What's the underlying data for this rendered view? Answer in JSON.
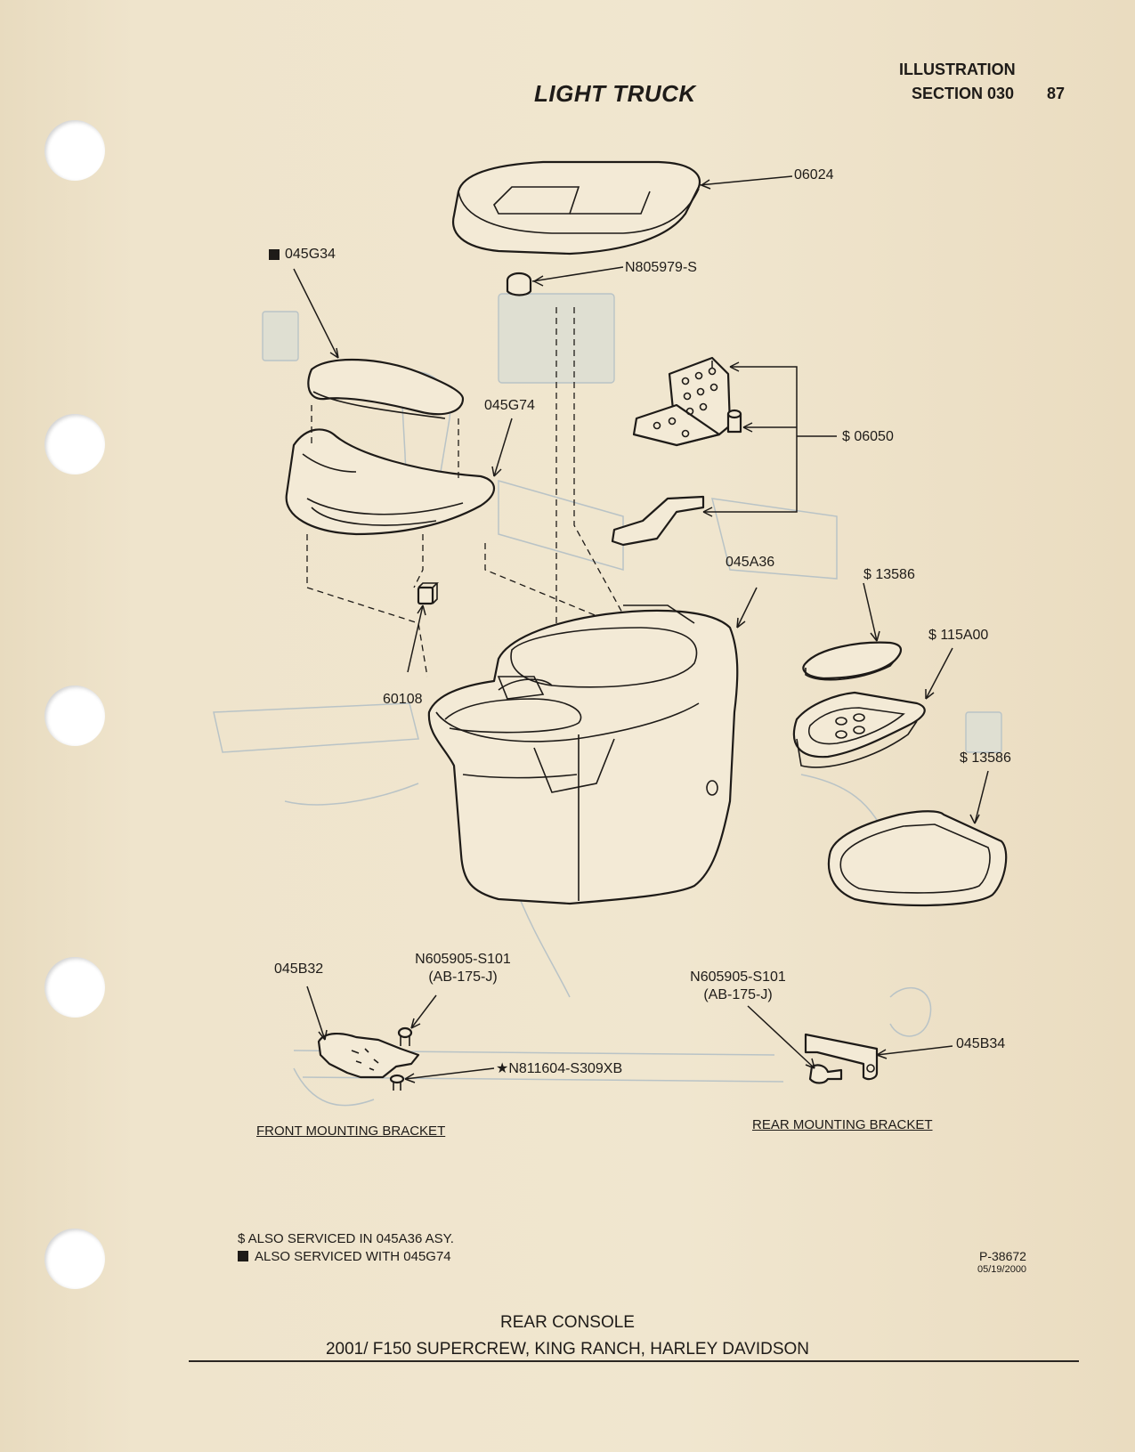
{
  "header": {
    "title": "LIGHT TRUCK",
    "illustration_label": "ILLUSTRATION",
    "section_label": "SECTION 030",
    "page_number": "87"
  },
  "callouts": {
    "armrest_lid": "06024",
    "pad": "045G34",
    "plug": "N805979-S",
    "tray": "045G74",
    "hinge": "$ 06050",
    "clip": "60108",
    "console": "045A36",
    "cover_upper": "$ 13586",
    "cup_holder": "$ 115A00",
    "cover_lower": "$ 13586",
    "front_bracket": "045B32",
    "front_bolt": "N605905-S101",
    "front_bolt_spec": "(AB-175-J)",
    "front_nut": "★N811604-S309XB",
    "rear_bolt": "N605905-S101",
    "rear_bolt_spec": "(AB-175-J)",
    "rear_bracket": "045B34"
  },
  "captions": {
    "front": "FRONT MOUNTING BRACKET",
    "rear": "REAR MOUNTING BRACKET"
  },
  "legend": {
    "dollar": "$  ALSO SERVICED IN 045A36 ASY.",
    "square": "ALSO SERVICED WITH 045G74"
  },
  "reference": {
    "code": "P-38672",
    "date": "05/19/2000"
  },
  "footer": {
    "line1": "REAR CONSOLE",
    "line2": "2001/ F150 SUPERCREW, KING RANCH, HARLEY DAVIDSON"
  },
  "colors": {
    "paper": "#efe4cc",
    "ink": "#1e1b18",
    "bleed_through": "#b9c3c6"
  }
}
